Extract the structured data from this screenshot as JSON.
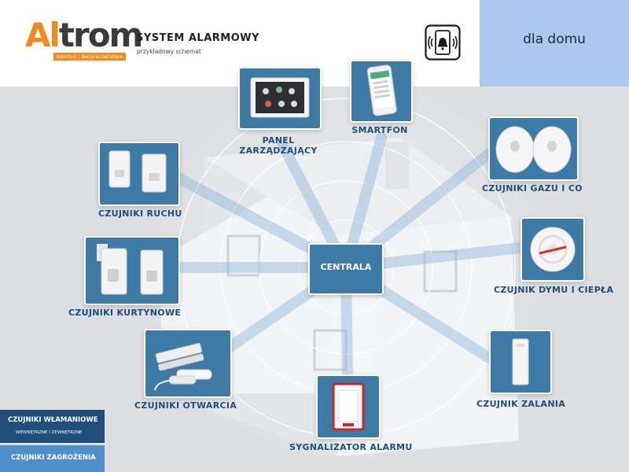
{
  "header": {
    "logo_a": "Al",
    "logo_rest": "trom",
    "logo_tagline": "Komfort i Bezpieczeństwo",
    "title": "SYSTEM ALARMOWY",
    "subtitle": "przykładowy schemat",
    "alarm_icon": "alarm-bell-icon",
    "segment": "dla domu"
  },
  "center": {
    "label": "CENTRALA"
  },
  "devices": {
    "panel": {
      "label_line1": "PANEL",
      "label_line2": "ZARZĄDZAJĄCY"
    },
    "smartfon": {
      "label": "SMARTFON"
    },
    "ruch": {
      "label": "CZUJNIKI RUCHU"
    },
    "kurtynowe": {
      "label": "CZUJNIKI KURTYNOWE"
    },
    "otwarcia": {
      "label": "CZUJNIKI OTWARCIA"
    },
    "sygnalizator": {
      "label": "SYGNALIZATOR ALARMU"
    },
    "gaz": {
      "label": "CZUJNIKI GAZU I CO"
    },
    "dym": {
      "label": "CZUJNIK DYMU I CIEPŁA"
    },
    "zalania": {
      "label": "CZUJNIK ZALANIA"
    }
  },
  "legend": {
    "wlamaniowe_title": "CZUJNIKI WŁAMANIOWE",
    "wlamaniowe_sub": "WEWNĘTRZNE I ZEWNĘTRZNE",
    "zagrozenia_title": "CZUJNIKI ZAGROŻENIA"
  },
  "colors": {
    "brand_orange": "#f08a1c",
    "card_blue": "#3d7aa6",
    "label_blue": "#1f4e7a",
    "accent_light_blue": "#aac8f0",
    "legend_light": "#4f8fcc"
  }
}
